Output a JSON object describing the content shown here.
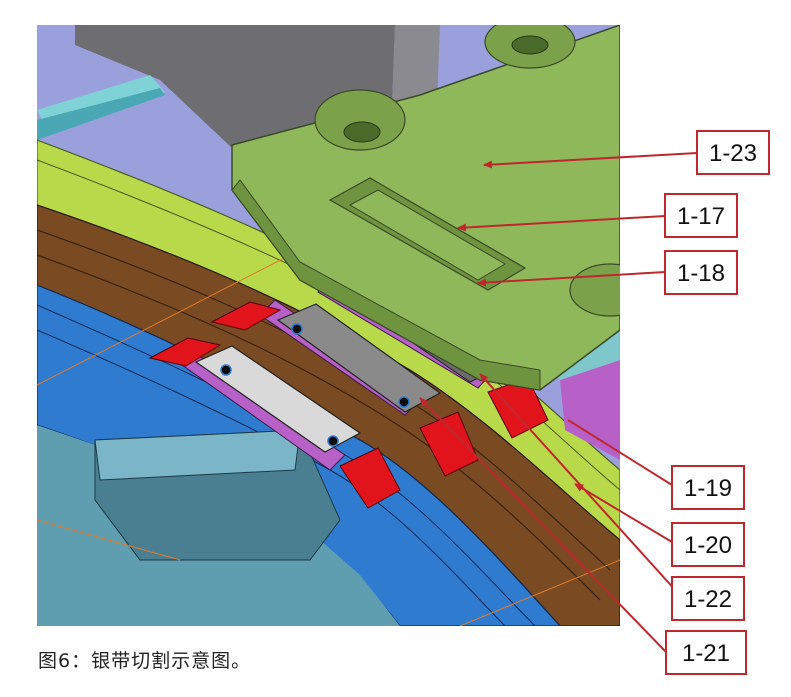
{
  "figure": {
    "caption": "图6：银带切割示意图。",
    "labels": [
      {
        "text": "1-23"
      },
      {
        "text": "1-17"
      },
      {
        "text": "1-18"
      },
      {
        "text": "1-19"
      },
      {
        "text": "1-20"
      },
      {
        "text": "1-22"
      },
      {
        "text": "1-21"
      }
    ]
  },
  "colors": {
    "plate": "#8fb85a",
    "plate_edge": "#3a4a28",
    "yellow_green": "#b8d94a",
    "brown": "#7a4a22",
    "blue": "#2f7bd0",
    "teal": "#5f9db1",
    "red": "#e0141a",
    "purple": "#b660c8",
    "gray": "#8c8c8c",
    "leader": "#c0272d",
    "box_border": "#c0272d"
  }
}
